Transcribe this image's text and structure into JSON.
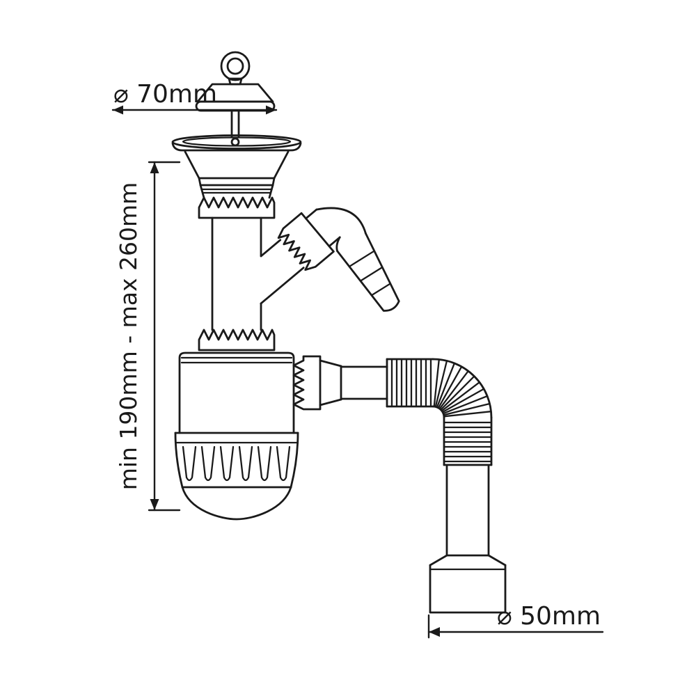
{
  "diagram": {
    "dimensions": {
      "top_diameter": "⌀ 70mm",
      "height_range": "min 190mm - max 260mm",
      "outlet_diameter": "⌀ 50mm"
    },
    "colors": {
      "line": "#1a1a1a",
      "background": "#ffffff"
    }
  }
}
